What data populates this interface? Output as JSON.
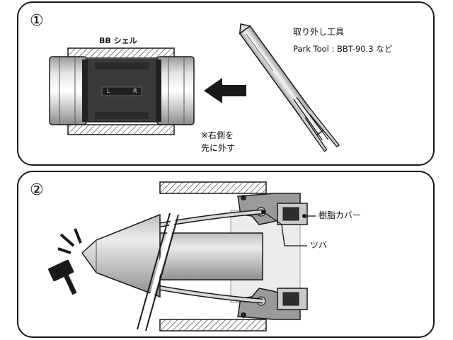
{
  "step1": {
    "number": "①",
    "shell_label": "BB シェル",
    "tool_label": "取り外し工具",
    "tool_model": "Park Tool : BBT-90.3 など",
    "note_line1": "※右側を",
    "note_line2": "先に外す",
    "side_left": "L",
    "side_right": "R"
  },
  "step2": {
    "number": "②",
    "resin_cover_label": "樹脂カバー",
    "flange_label": "ツバ"
  },
  "colors": {
    "outline": "#1a1a1a",
    "dark_gray": "#3a3a3a",
    "mid_gray": "#8c8c8c",
    "light_gray": "#c8c8c8"
  }
}
